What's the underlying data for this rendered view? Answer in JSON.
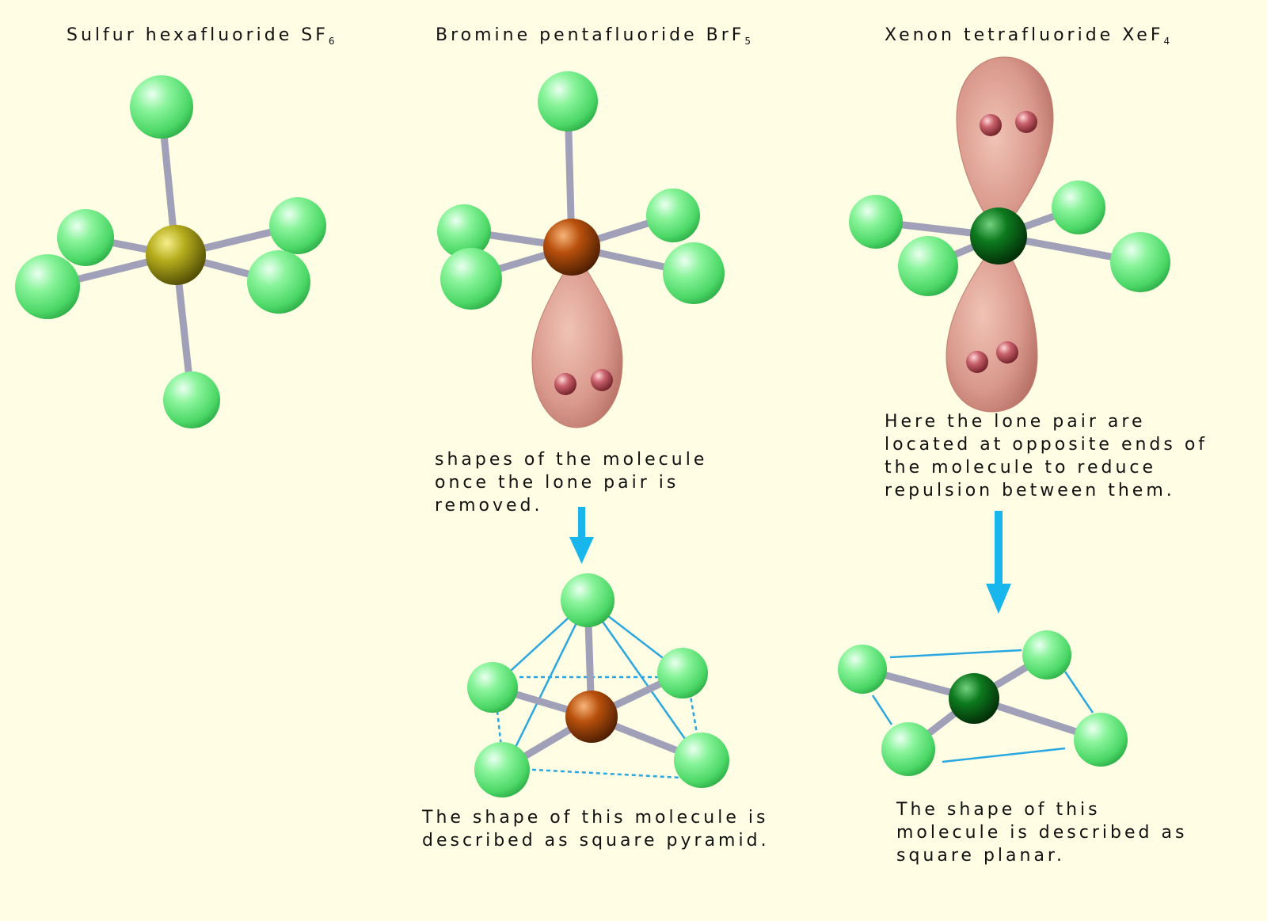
{
  "titles": {
    "sf6": {
      "name": "Sulfur hexafluoride",
      "formula": "SF",
      "subscript": "6"
    },
    "brf5": {
      "name": "Bromine pentafluoride",
      "formula": "BrF",
      "subscript": "5"
    },
    "xef4": {
      "name": "Xenon tetrafluoride",
      "formula": "XeF",
      "subscript": "4"
    }
  },
  "notes": {
    "brf5_lone_pair_removed": [
      "shapes of the molecule",
      "once the lone pair is",
      "removed."
    ],
    "xef4_lone_pairs": [
      "Here the lone pair are",
      "located at opposite ends of",
      "the molecule to reduce",
      "repulsion between them."
    ],
    "brf5_shape": [
      "The shape of this molecule is",
      "described as square pyramid."
    ],
    "xef4_shape": [
      "The shape of this",
      "molecule is described as",
      "square planar."
    ]
  },
  "colors": {
    "background": "#fffde4",
    "fluorine": "#7cf08e",
    "sulfur": "#b5ad1c",
    "bromine": "#b8500c",
    "xenon": "#0d7a1e",
    "bond": "#a8a8c0",
    "lone_pair_lobe": "#d9998c",
    "electron": "#b44a55",
    "arrow": "#18b6ec",
    "outline": "#2aa7e0"
  },
  "icons": {
    "arrow": "down-arrow-icon",
    "atom": "sphere-atom",
    "lone_pair": "lone-pair-lobe"
  }
}
